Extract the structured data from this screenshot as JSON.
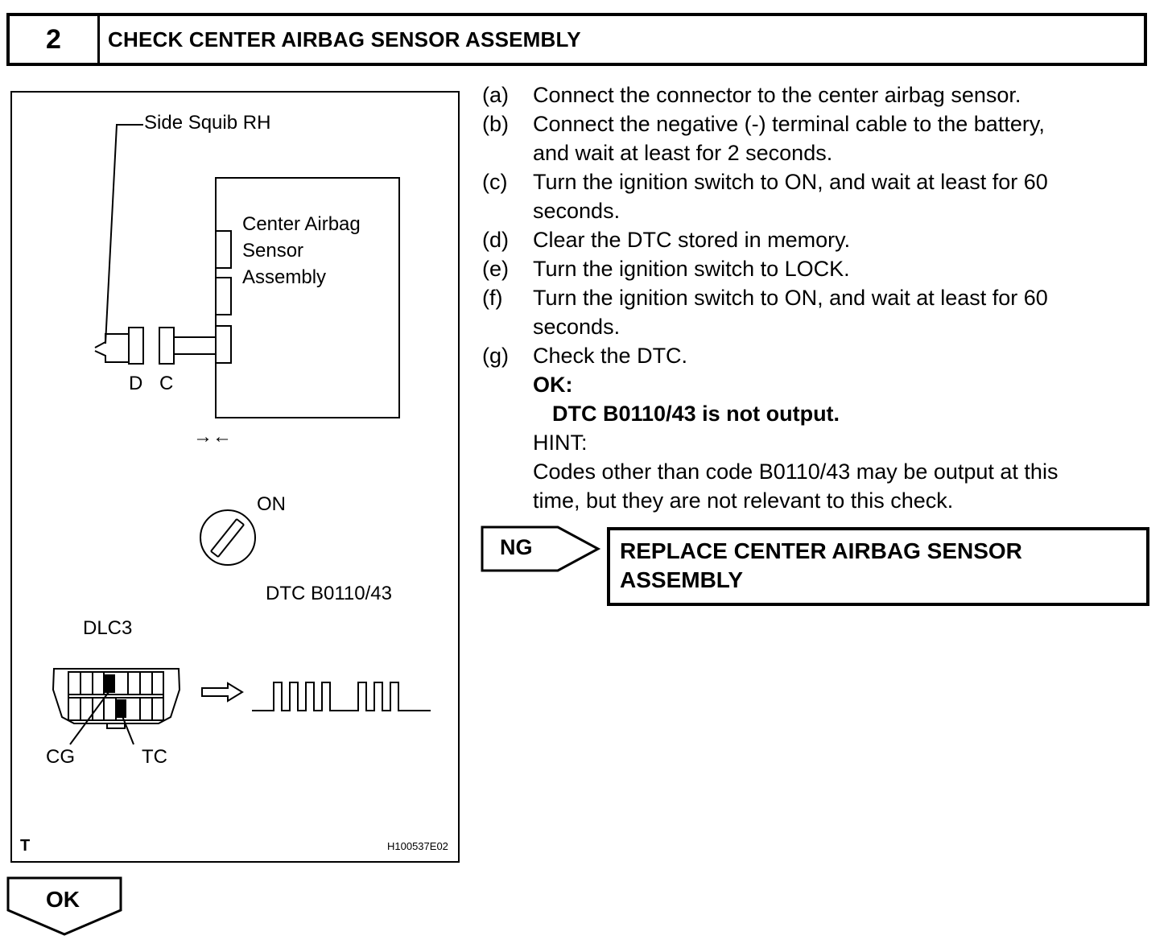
{
  "header": {
    "step_number": "2",
    "title": "CHECK CENTER AIRBAG SENSOR ASSEMBLY"
  },
  "figure": {
    "side_squib_label": "Side Squib RH",
    "sensor_label_lines": [
      "Center Airbag",
      "Sensor",
      "Assembly"
    ],
    "connector_d": "D",
    "connector_c": "C",
    "arrows": "→←",
    "ignition_label": "ON",
    "dtc_label": "DTC B0110/43",
    "dlc_label": "DLC3",
    "cg_label": "CG",
    "tc_label": "TC",
    "corner_mark": "T",
    "figure_code": "H100537E02"
  },
  "steps": [
    {
      "key": "(a)",
      "lines": [
        "Connect the connector to the center airbag sensor."
      ]
    },
    {
      "key": "(b)",
      "lines": [
        "Connect the negative (-) terminal cable to the battery,",
        "and wait at least for 2 seconds."
      ]
    },
    {
      "key": "(c)",
      "lines": [
        "Turn the ignition switch to ON, and wait at least for 60",
        "seconds."
      ]
    },
    {
      "key": "(d)",
      "lines": [
        "Clear the DTC stored in memory."
      ]
    },
    {
      "key": "(e)",
      "lines": [
        "Turn the ignition switch to LOCK."
      ]
    },
    {
      "key": "(f)",
      "lines": [
        "Turn the ignition switch to ON, and wait at least for 60",
        "seconds."
      ]
    },
    {
      "key": "(g)",
      "lines": [
        "Check the DTC."
      ]
    }
  ],
  "result": {
    "ok_label": "OK:",
    "ok_text": "DTC B0110/43 is not output.",
    "hint_label": "HINT:",
    "hint_lines": [
      "Codes other than code B0110/43 may be output at this",
      "time, but they are not relevant to this check."
    ]
  },
  "ng": {
    "label": "NG",
    "action_lines": [
      "REPLACE CENTER AIRBAG SENSOR",
      "ASSEMBLY"
    ]
  },
  "ok_next": {
    "label": "OK"
  }
}
